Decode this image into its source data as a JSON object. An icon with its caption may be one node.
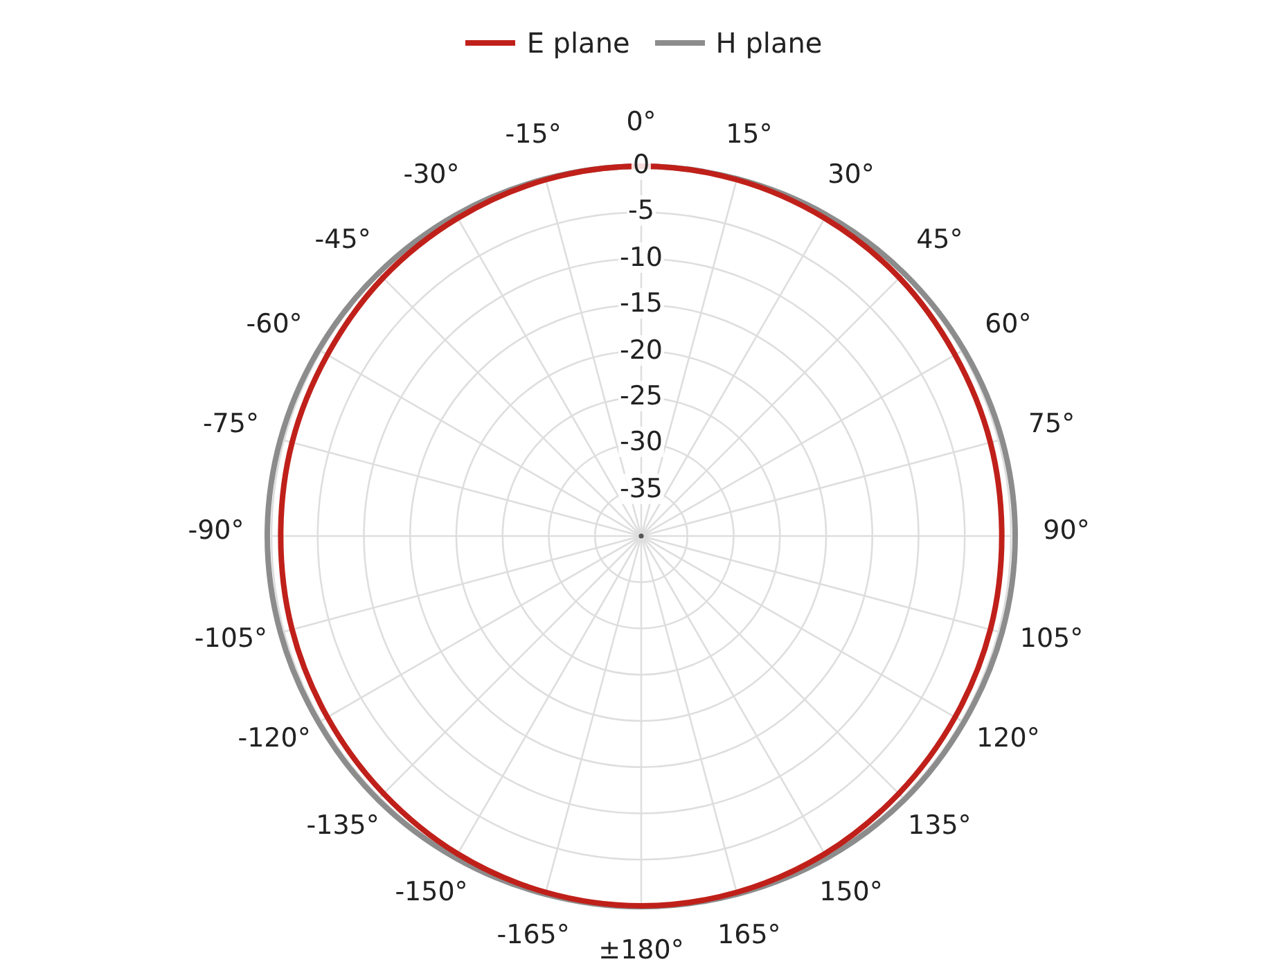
{
  "diagram": {
    "labels": [
      "0°",
      "-15°",
      "15°",
      "0",
      "-30°",
      "30°",
      "-5",
      "-45°",
      "45°",
      "-10",
      "-15",
      "-60°",
      "60°",
      "-20",
      "-25",
      "-75°",
      "75°",
      "-30",
      "-35",
      "-90°",
      "90°",
      "-105°",
      "105°",
      "-120°",
      "120°",
      "-135°",
      "135°",
      "-150°",
      "150°",
      "-165°",
      "165°",
      "±180°"
    ],
    "legend": [
      {
        "text": "E plane"
      },
      {
        "text": "H plane"
      }
    ]
  }
}
